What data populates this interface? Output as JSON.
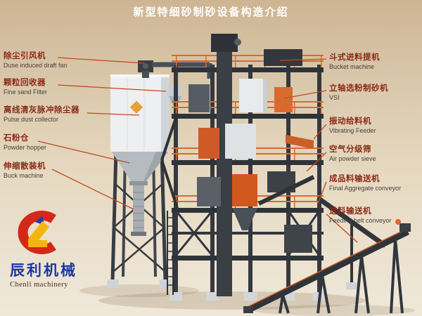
{
  "title": "新型特细砂制砂设备构造介绍",
  "left_labels": [
    {
      "zh": "除尘引风机",
      "en": "Duse induced draft fan"
    },
    {
      "zh": "颗粒回收器",
      "en": "Fine sand Filter"
    },
    {
      "zh": "离线清灰脉冲除尘器",
      "en": "Pulse dust collector"
    },
    {
      "zh": "石粉仓",
      "en": "Powder hopper"
    },
    {
      "zh": "伸缩散装机",
      "en": "Buck machine"
    }
  ],
  "right_labels": [
    {
      "zh": "斗式进料提机",
      "en": "Bucket machine"
    },
    {
      "zh": "立轴选粉制砂机",
      "en": "VSI"
    },
    {
      "zh": "振动给料机",
      "en": "Vibrating Feeder"
    },
    {
      "zh": "空气分级筛",
      "en": "Air powder sieve"
    },
    {
      "zh": "成品料输送机",
      "en": "Final Aggregate conveyor"
    },
    {
      "zh": "进料输送机",
      "en": "Feeding belt conveyor"
    }
  ],
  "logo": {
    "company_zh": "辰利机械",
    "company_en": "Chenli machinery"
  },
  "colors": {
    "background": "#d8c5a8",
    "title_text": "#ffffff",
    "label_chinese": "#8a2a16",
    "label_english": "#474138",
    "leader_line": "#c14a20",
    "steel_dark": "#35393f",
    "accent_orange": "#d96a2e",
    "logo_red": "#d3281a",
    "logo_yellow": "#f6b50d",
    "logo_blue": "#1d3fae"
  }
}
